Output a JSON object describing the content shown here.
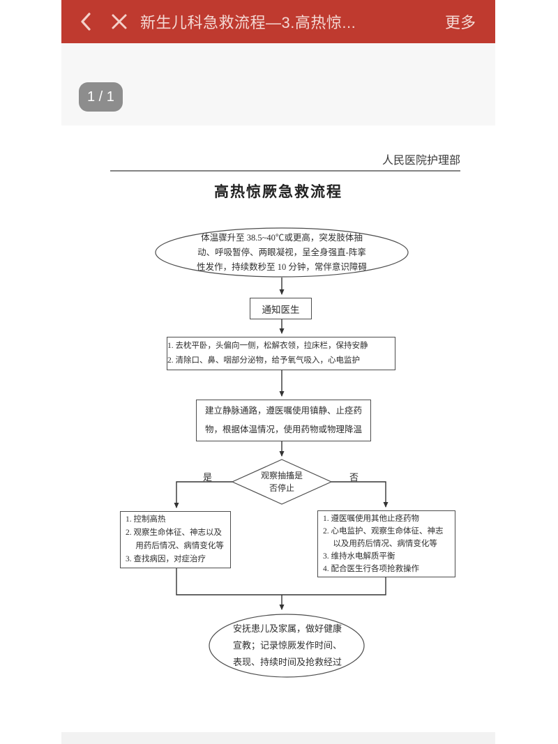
{
  "app": {
    "title": "新生儿科急救流程—3.高热惊...",
    "more": "更多",
    "badge": "1 / 1",
    "icons": {
      "back": "chevron-left-icon",
      "close": "close-icon"
    },
    "colors": {
      "accent": "#bf3a2f",
      "badge_bg": "#8d8d8d",
      "line": "#444444"
    }
  },
  "doc": {
    "dept": "人民医院护理部",
    "title": "高热惊厥急救流程"
  },
  "flow": {
    "start": "体温骤升至 38.5~40℃或更高，突发肢体抽\n动、呼吸暂停、两眼凝视，呈全身强直-阵挛\n性发作，持续数秒至 10 分钟，常伴意识障碍",
    "notify": "通知医生",
    "prep": "1. 去枕平卧，头偏向一侧，松解衣领，拉床栏，保持安静\n2. 清除口、鼻、咽部分泌物，给予氧气吸入，心电监护",
    "iv": "建立静脉通路，遵医嘱使用镇静、止痉药\n物，根据体温情况，使用药物或物理降温",
    "decision": "观察抽搐是\n否停止",
    "yes_label": "是",
    "no_label": "否",
    "yes_steps": "1. 控制高热\n2. 观察生命体征、神志以及\n　 用药后情况、病情变化等\n3. 查找病因，对症治疗",
    "no_steps": "1. 遵医嘱使用其他止痉药物\n2. 心电监护、观察生命体征、神志\n　 以及用药后情况、病情变化等\n3. 维持水电解质平衡\n4. 配合医生行各项抢救操作",
    "end": "安抚患儿及家属，做好健康\n宣教；记录惊厥发作时间、\n表现、持续时间及抢救经过"
  }
}
